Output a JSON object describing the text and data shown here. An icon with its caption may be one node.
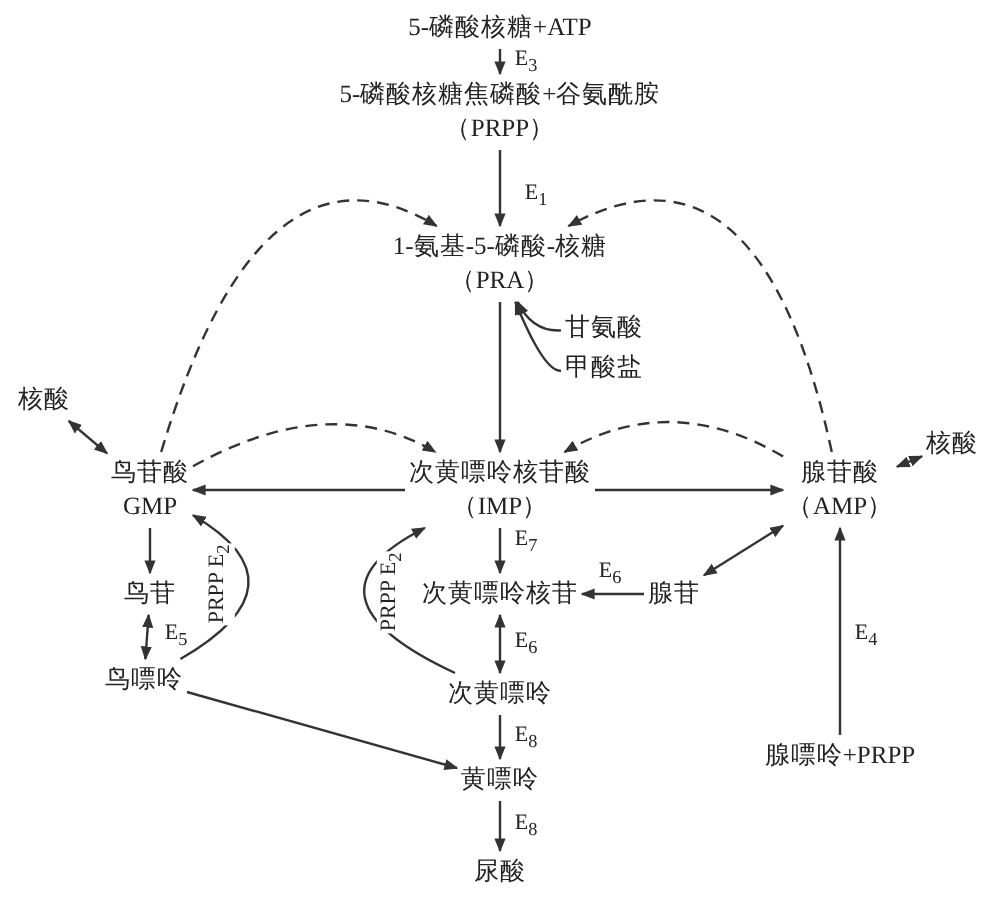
{
  "diagram": {
    "nodes": [
      {
        "text": [
          "5-磷酸核糖+ATP"
        ]
      },
      {
        "text": [
          "5-磷酸核糖焦磷酸+谷氨酰胺",
          "（PRPP）"
        ]
      },
      {
        "text": [
          "1-氨基-5-磷酸-核糖",
          "（PRA）"
        ]
      },
      {
        "text": [
          "甘氨酸"
        ]
      },
      {
        "text": [
          "甲酸盐"
        ]
      },
      {
        "text": [
          "鸟苷酸",
          "GMP"
        ]
      },
      {
        "text": [
          "次黄嘌呤核苷酸",
          "（IMP）"
        ]
      },
      {
        "text": [
          "腺苷酸",
          "（AMP）"
        ]
      },
      {
        "text": [
          "核酸"
        ]
      },
      {
        "text": [
          "核酸"
        ]
      },
      {
        "text": [
          "鸟苷"
        ]
      },
      {
        "text": [
          "鸟嘌呤"
        ]
      },
      {
        "text": [
          "次黄嘌呤核苷"
        ]
      },
      {
        "text": [
          "腺苷"
        ]
      },
      {
        "text": [
          "次黄嘌呤"
        ]
      },
      {
        "text": [
          "黄嘌呤"
        ]
      },
      {
        "text": [
          "尿酸"
        ]
      },
      {
        "text": [
          "腺嘌呤+PRPP"
        ]
      }
    ],
    "edges": [
      {
        "from": 0,
        "to": 1,
        "arrow": "to",
        "label": "E$_{3}$"
      },
      {
        "from": 1,
        "to": 2,
        "arrow": "to",
        "label": "E$_{1}$"
      },
      {
        "from": 5,
        "to": 2,
        "arrow": "to",
        "style": "dashed"
      },
      {
        "from": 7,
        "to": 2,
        "arrow": "to",
        "style": "dashed"
      },
      {
        "from": 2,
        "to": 6,
        "arrow": "to"
      },
      {
        "from": 3,
        "to": 2,
        "arrow": "to"
      },
      {
        "from": 4,
        "to": 2,
        "arrow": "to"
      },
      {
        "from": 8,
        "to": 5,
        "arrow": "both"
      },
      {
        "from": 6,
        "to": 5,
        "arrow": "to"
      },
      {
        "from": 6,
        "to": 7,
        "arrow": "to"
      },
      {
        "from": 5,
        "to": 6,
        "arrow": "to",
        "style": "dashed"
      },
      {
        "from": 7,
        "to": 6,
        "arrow": "to",
        "style": "dashed"
      },
      {
        "from": 9,
        "to": 7,
        "arrow": "both"
      },
      {
        "from": 5,
        "to": 10,
        "arrow": "to"
      },
      {
        "from": 10,
        "to": 11,
        "arrow": "both",
        "label": "E$_{5}$"
      },
      {
        "from": 11,
        "to": 5,
        "arrow": "to",
        "label": "PRPP E$_{2}$"
      },
      {
        "from": 11,
        "to": 15,
        "arrow": "to"
      },
      {
        "from": 6,
        "to": 12,
        "arrow": "to",
        "label": "E$_{7}$"
      },
      {
        "from": 13,
        "to": 12,
        "arrow": "to",
        "label": "E$_{6}$"
      },
      {
        "from": 12,
        "to": 14,
        "arrow": "both",
        "label": "E$_{6}$"
      },
      {
        "from": 14,
        "to": 6,
        "arrow": "to",
        "label": "PRPP E$_{2}$"
      },
      {
        "from": 14,
        "to": 15,
        "arrow": "to",
        "label": "E$_{8}$"
      },
      {
        "from": 15,
        "to": 16,
        "arrow": "to",
        "label": "E$_{8}$"
      },
      {
        "from": 7,
        "to": 13,
        "arrow": "both"
      },
      {
        "from": 17,
        "to": 7,
        "arrow": "to",
        "label": "E$_{4}$"
      }
    ]
  }
}
